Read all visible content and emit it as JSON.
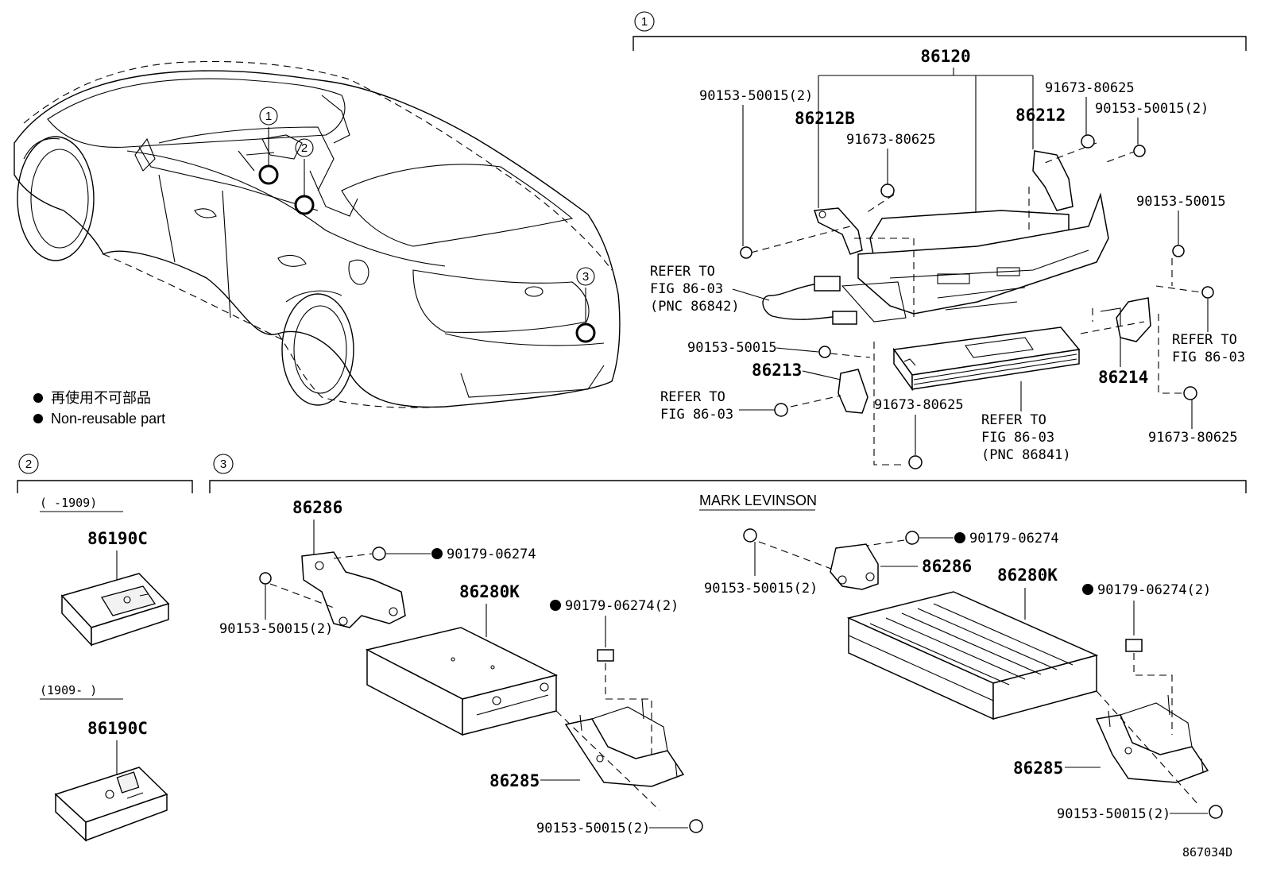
{
  "sections": {
    "s1": "1",
    "s2": "2",
    "s3": "3"
  },
  "car": {
    "marker1": "1",
    "marker2": "2",
    "marker3": "3"
  },
  "legend": {
    "jp": "再使用不可部品",
    "en": "Non-reusable part"
  },
  "section1": {
    "main": "86120",
    "bolt_a": "90153-50015(2)",
    "bracket_b": "86212B",
    "nut_a": "91673-80625",
    "nut_b": "91673-80625",
    "bolt_b": "90153-50015(2)",
    "bracket": "86212",
    "bolt_c": "90153-50015",
    "refer1_l1": "REFER TO",
    "refer1_l2": "FIG 86-03",
    "refer1_l3": "(PNC 86842)",
    "bolt_d": "90153-50015",
    "bracket_213": "86213",
    "refer2_l1": "REFER TO",
    "refer2_l2": "FIG 86-03",
    "nut_c": "91673-80625",
    "refer3_l1": "REFER TO",
    "refer3_l2": "FIG 86-03",
    "refer3_l3": "(PNC 86841)",
    "bracket_214": "86214",
    "refer4_l1": "REFER TO",
    "refer4_l2": "FIG 86-03",
    "nut_d": "91673-80625"
  },
  "section2": {
    "range_a": "(    -1909)",
    "part_a": "86190C",
    "range_b": "(1909-    )",
    "part_b": "86190C"
  },
  "section3": {
    "brkt_left": "86286",
    "nut_left": "90179-06274",
    "bolt_left": "90153-50015(2)",
    "amp_left": "86280K",
    "nut_left2": "90179-06274(2)",
    "base_left": "86285",
    "bolt_left2": "90153-50015(2)",
    "mark_levinson": "MARK LEVINSON",
    "bolt_right": "90153-50015(2)",
    "nut_right": "90179-06274",
    "brkt_right": "86286",
    "amp_right": "86280K",
    "nut_right2": "90179-06274(2)",
    "base_right": "86285",
    "bolt_right2": "90153-50015(2)"
  },
  "figure_id": "867034D"
}
